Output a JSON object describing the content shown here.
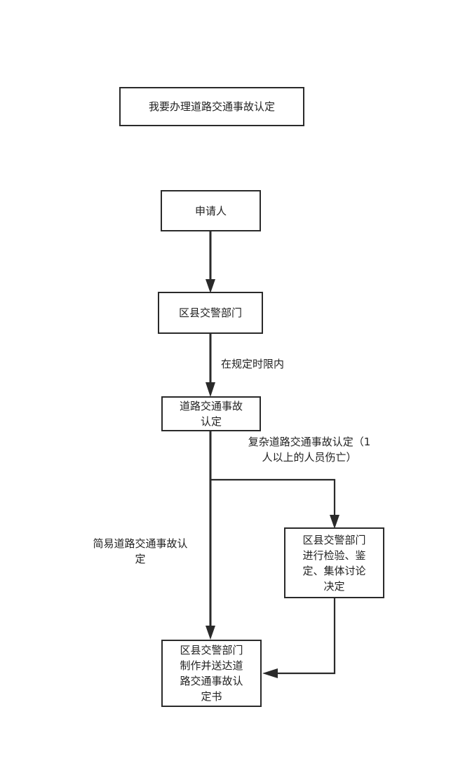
{
  "diagram": {
    "title": "我要办理道路交通事故认定",
    "nodes": {
      "applicant": "申请人",
      "district_police": "区县交警部门",
      "accident_determination": [
        "道路交通事故",
        "认定"
      ],
      "inspection": [
        "区县交警部门",
        "进行检验、鉴",
        "定、集体讨论",
        "决定"
      ],
      "issue_certificate": [
        "区县交警部门",
        "制作并送达道",
        "路交通事故认",
        "定书"
      ]
    },
    "edge_labels": {
      "within_time_limit": "在规定时限内",
      "complex": [
        "复杂道路交通事故认定（1",
        "人以上的人员伤亡）"
      ],
      "simple": [
        "简易道路交通事故认",
        "定"
      ]
    },
    "colors": {
      "line": "#2a2a2a"
    }
  }
}
